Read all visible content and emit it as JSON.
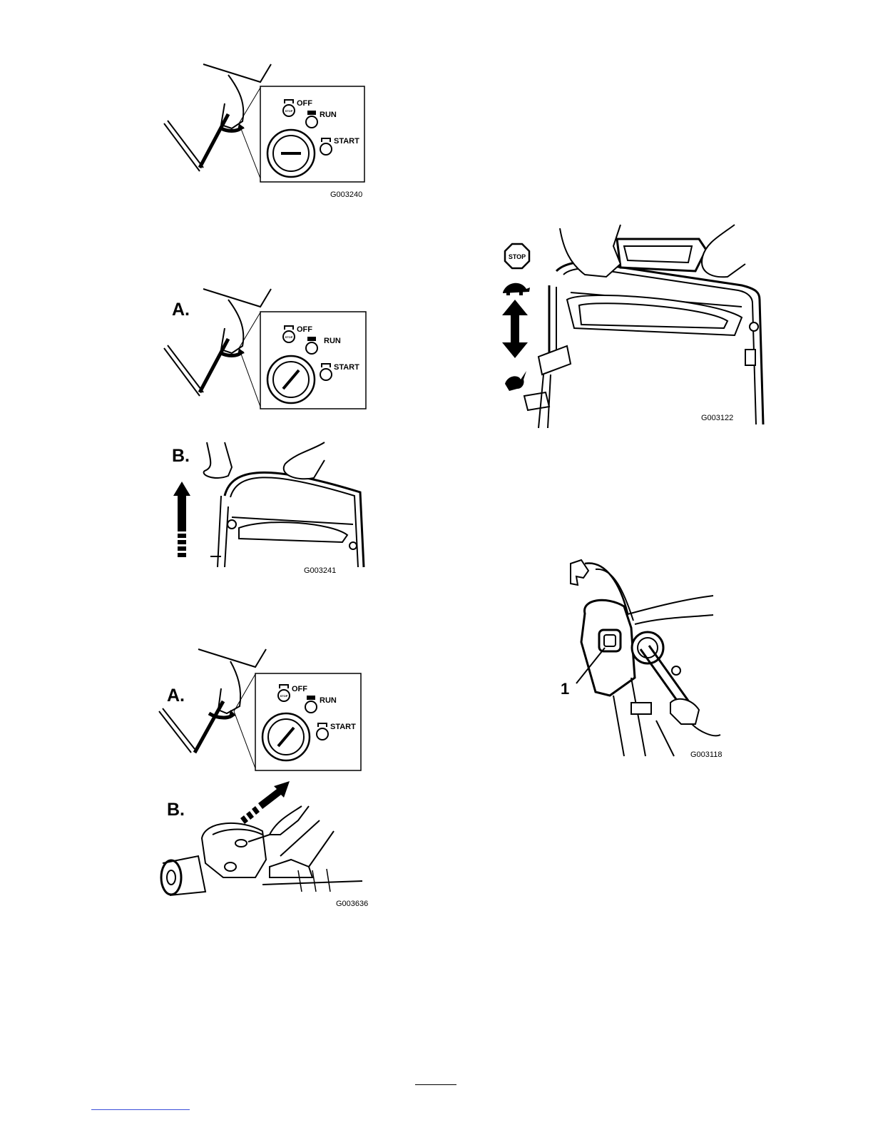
{
  "figures": [
    {
      "id": "fig-key-off",
      "code": "G003240",
      "key_labels": {
        "off": "OFF",
        "run": "RUN",
        "start": "START",
        "stop_icon": "STOP"
      },
      "key_position": "off"
    },
    {
      "id": "fig-key-run-lift",
      "code": "G003241",
      "panel_a": "A.",
      "panel_b": "B.",
      "key_labels": {
        "off": "OFF",
        "run": "RUN",
        "start": "START",
        "stop_icon": "STOP"
      },
      "key_position": "run",
      "arrow": "up"
    },
    {
      "id": "fig-key-run-primer",
      "code": "G003636",
      "panel_a": "A.",
      "panel_b": "B.",
      "key_labels": {
        "off": "OFF",
        "run": "RUN",
        "start": "START",
        "stop_icon": "STOP"
      },
      "key_position": "run",
      "arrow": "diagonal"
    },
    {
      "id": "fig-speed-control",
      "code": "G003122",
      "stop_sign": "STOP",
      "icons": [
        "turtle-icon",
        "rabbit-icon",
        "double-arrow-icon"
      ]
    },
    {
      "id": "fig-button-closeup",
      "code": "G003118",
      "callout": "1"
    }
  ],
  "colors": {
    "ink": "#000000",
    "paper": "#ffffff",
    "link": "#3b4fd9"
  }
}
